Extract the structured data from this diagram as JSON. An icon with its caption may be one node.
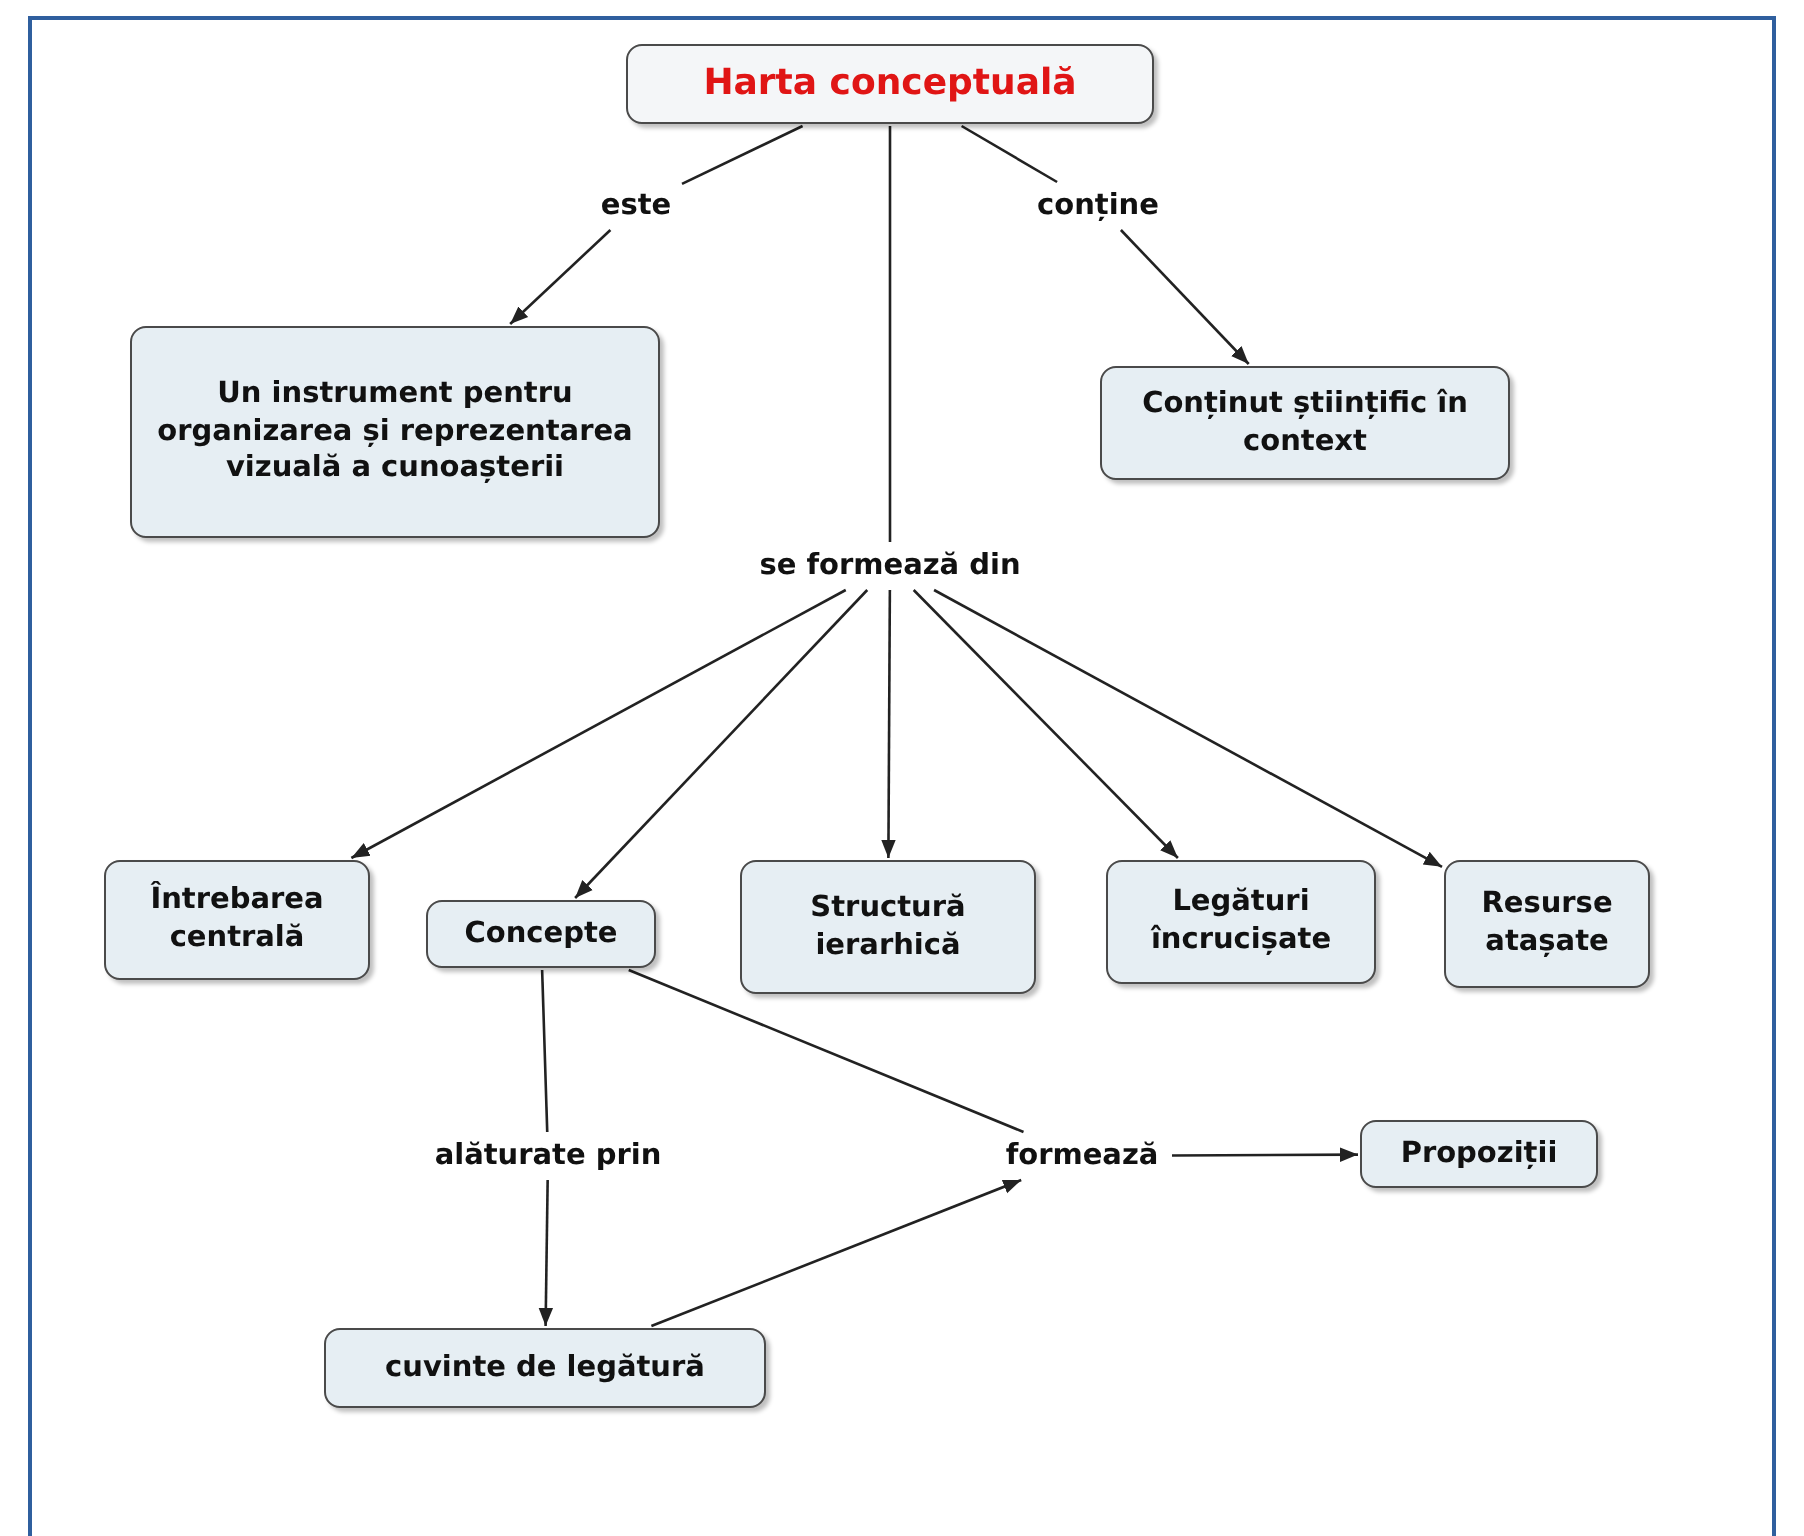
{
  "diagram": {
    "nodes": [
      {
        "text": [
          "Harta conceptuală"
        ]
      },
      {
        "text": [
          "este"
        ]
      },
      {
        "text": [
          "conține"
        ]
      },
      {
        "text": [
          "Un instrument pentru organizarea și reprezentarea vizuală a cunoașterii"
        ]
      },
      {
        "text": [
          "Conținut științific în context"
        ]
      },
      {
        "text": [
          "se formează din"
        ]
      },
      {
        "text": [
          "Întrebarea centrală"
        ]
      },
      {
        "text": [
          "Concepte"
        ]
      },
      {
        "text": [
          "Structură ierarhică"
        ]
      },
      {
        "text": [
          "Legături încrucișate"
        ]
      },
      {
        "text": [
          "Resurse atașate"
        ]
      },
      {
        "text": [
          "alăturate prin"
        ]
      },
      {
        "text": [
          "formează"
        ]
      },
      {
        "text": [
          "Propoziții"
        ]
      },
      {
        "text": [
          "cuvinte de legătură"
        ]
      }
    ],
    "edges": [
      {
        "from": 0,
        "to": 1,
        "arrow": "none"
      },
      {
        "from": 1,
        "to": 3,
        "arrow": "to"
      },
      {
        "from": 0,
        "to": 2,
        "arrow": "none"
      },
      {
        "from": 2,
        "to": 4,
        "arrow": "to"
      },
      {
        "from": 0,
        "to": 5,
        "arrow": "none"
      },
      {
        "from": 5,
        "to": 6,
        "arrow": "to"
      },
      {
        "from": 5,
        "to": 7,
        "arrow": "to"
      },
      {
        "from": 5,
        "to": 8,
        "arrow": "to"
      },
      {
        "from": 5,
        "to": 9,
        "arrow": "to"
      },
      {
        "from": 5,
        "to": 10,
        "arrow": "to"
      },
      {
        "from": 7,
        "to": 11,
        "arrow": "none"
      },
      {
        "from": 11,
        "to": 14,
        "arrow": "to"
      },
      {
        "from": 7,
        "to": 12,
        "arrow": "none"
      },
      {
        "from": 14,
        "to": 12,
        "arrow": "to"
      },
      {
        "from": 12,
        "to": 13,
        "arrow": "to"
      }
    ]
  }
}
